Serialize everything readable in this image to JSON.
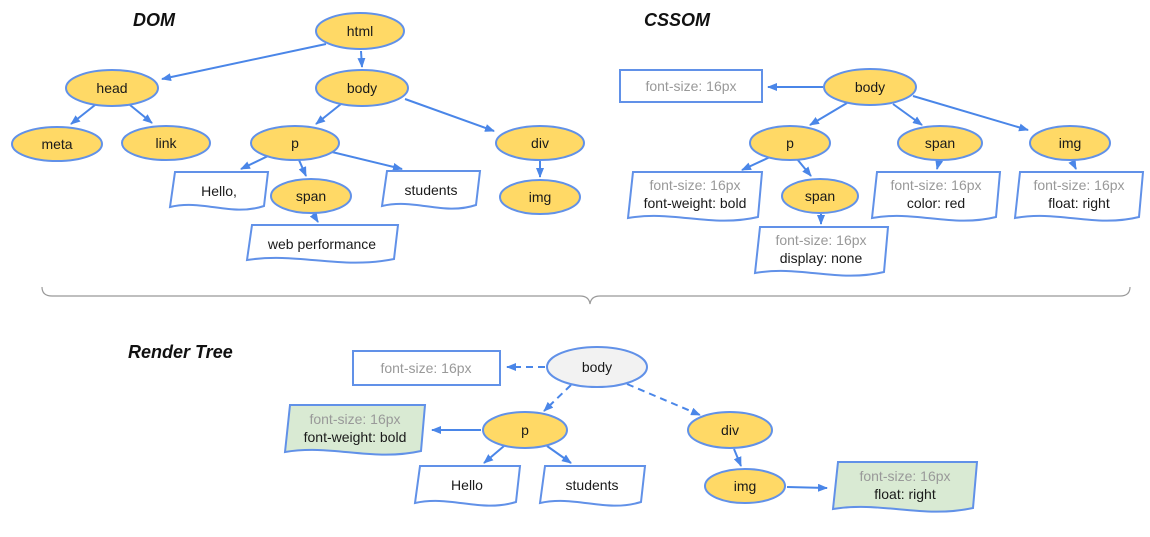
{
  "dom": {
    "title": "DOM",
    "nodes": {
      "html": "html",
      "head": "head",
      "body": "body",
      "meta": "meta",
      "link": "link",
      "p": "p",
      "div": "div",
      "span": "span",
      "img": "img"
    },
    "texts": {
      "hello": "Hello,",
      "students": "students",
      "web_performance": "web performance"
    }
  },
  "cssom": {
    "title": "CSSOM",
    "nodes": {
      "body": "body",
      "p": "p",
      "span": "span",
      "img": "img",
      "p_span": "span"
    },
    "styles": {
      "body": [
        "font-size: 16px"
      ],
      "p": [
        "font-size: 16px",
        "font-weight: bold"
      ],
      "span": [
        "font-size: 16px",
        "color: red"
      ],
      "img": [
        "font-size: 16px",
        "float: right"
      ],
      "p_span": [
        "font-size: 16px",
        "display: none"
      ]
    }
  },
  "render_tree": {
    "title": "Render Tree",
    "nodes": {
      "body": "body",
      "p": "p",
      "div": "div",
      "img": "img"
    },
    "texts": {
      "hello": "Hello",
      "students": "students"
    },
    "styles": {
      "body": [
        "font-size: 16px"
      ],
      "p": [
        "font-size: 16px",
        "font-weight: bold"
      ],
      "img": [
        "font-size: 16px",
        "float: right"
      ]
    }
  },
  "colors": {
    "node_fill": "#FFD966",
    "node_stroke": "#6191E8",
    "arrow": "#4A86E8",
    "flag_fill": "#FFFFFF",
    "computed_style_fill": "#D9EAD3",
    "render_root_fill": "#F2F2F2",
    "muted_text": "#999999",
    "divider": "#999999"
  }
}
